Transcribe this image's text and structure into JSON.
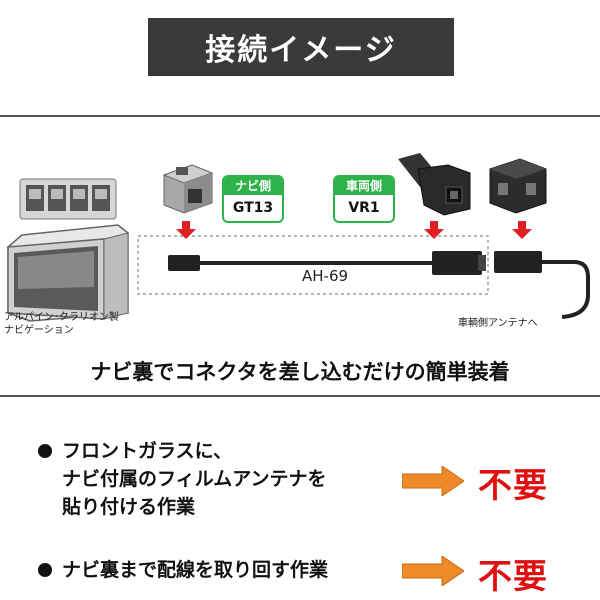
{
  "header": {
    "title": "接続イメージ"
  },
  "diagram": {
    "navi_tag": {
      "top": "ナビ側",
      "bottom": "GT13"
    },
    "vehicle_tag": {
      "top": "車両側",
      "bottom": "VR1"
    },
    "cable_label": "AH-69",
    "navi_caption": [
      "アルパイン･クラリオン製",
      "ナビゲーション"
    ],
    "antenna_caption": "車輌側アンテナへ",
    "arrow_color": "#e02020",
    "tag_color": "#2db34a"
  },
  "subtitle": "ナビ裏でコネクタを差し込むだけの簡単装着",
  "benefits": [
    {
      "lines": [
        "フロントガラスに、",
        "ナビ付属のフィルムアンテナを",
        "貼り付ける作業"
      ],
      "result": "不要"
    },
    {
      "lines": [
        "ナビ裏まで配線を取り回す作業"
      ],
      "result": "不要"
    }
  ],
  "colors": {
    "result": "#e01010",
    "benefit_arrow": "#ef8a2a"
  }
}
